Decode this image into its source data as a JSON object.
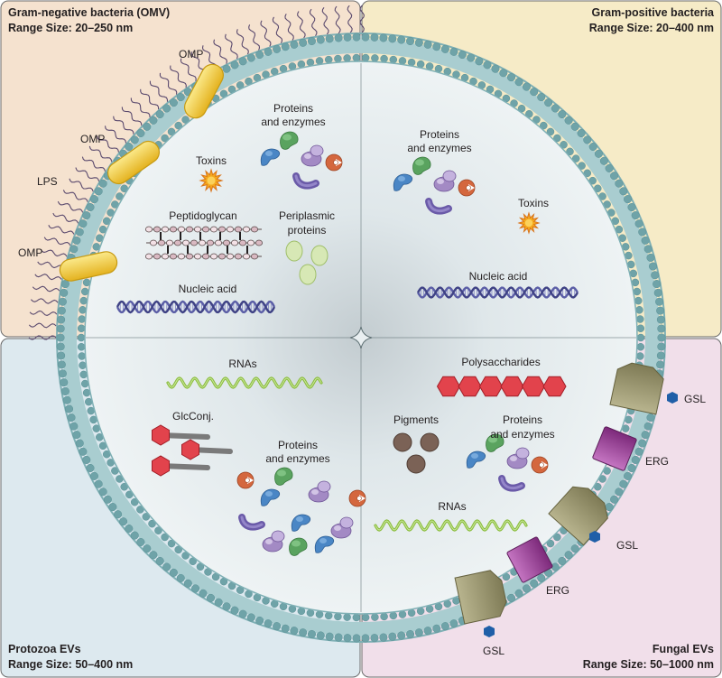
{
  "quadrants": {
    "gram_negative": {
      "title": "Gram-negative bacteria (OMV)",
      "range": "Range Size: 20–250 nm",
      "bg_color": "#f5e2cf",
      "labels": {
        "omp": "OMP",
        "lps": "LPS",
        "toxins": "Toxins",
        "proteins_line1": "Proteins",
        "proteins_line2": "and enzymes",
        "peptidoglycan": "Peptidoglycan",
        "periplasmic_line1": "Periplasmic",
        "periplasmic_line2": "proteins",
        "nucleic_acid": "Nucleic acid"
      }
    },
    "gram_positive": {
      "title": "Gram-positive bacteria",
      "range": "Range Size: 20–400 nm",
      "bg_color": "#f6ebc7",
      "labels": {
        "proteins_line1": "Proteins",
        "proteins_line2": "and enzymes",
        "toxins": "Toxins",
        "nucleic_acid": "Nucleic acid"
      }
    },
    "protozoa": {
      "title": "Protozoa EVs",
      "range": "Range Size: 50–400 nm",
      "bg_color": "#dde9ef",
      "labels": {
        "rnas": "RNAs",
        "glcconj": "GlcConj.",
        "proteins_line1": "Proteins",
        "proteins_line2": "and enzymes"
      }
    },
    "fungal": {
      "title": "Fungal EVs",
      "range": "Range Size: 50–1000 nm",
      "bg_color": "#f1dfea",
      "labels": {
        "polysaccharides": "Polysaccharides",
        "pigments": "Pigments",
        "proteins_line1": "Proteins",
        "proteins_line2": "and enzymes",
        "rnas": "RNAs",
        "gsl": "GSL",
        "erg": "ERG"
      }
    }
  },
  "colors": {
    "membrane": "#8fb9bd",
    "membrane_head": "#6fa3a8",
    "omp": "#f2d14a",
    "lps": "#5b4a6e",
    "dna": "#5b5ea6",
    "rna": "#8bbd3e",
    "polysaccharide": "#e2434c",
    "pigment": "#7b6256",
    "erg": "#9b3f98",
    "gsl": "#9a9a72",
    "gsl_head": "#1f5fa8",
    "protein_green": "#5aa35f",
    "protein_blue": "#4a86c5",
    "protein_purple": "#a38ac4",
    "protein_orange": "#d4673e"
  }
}
